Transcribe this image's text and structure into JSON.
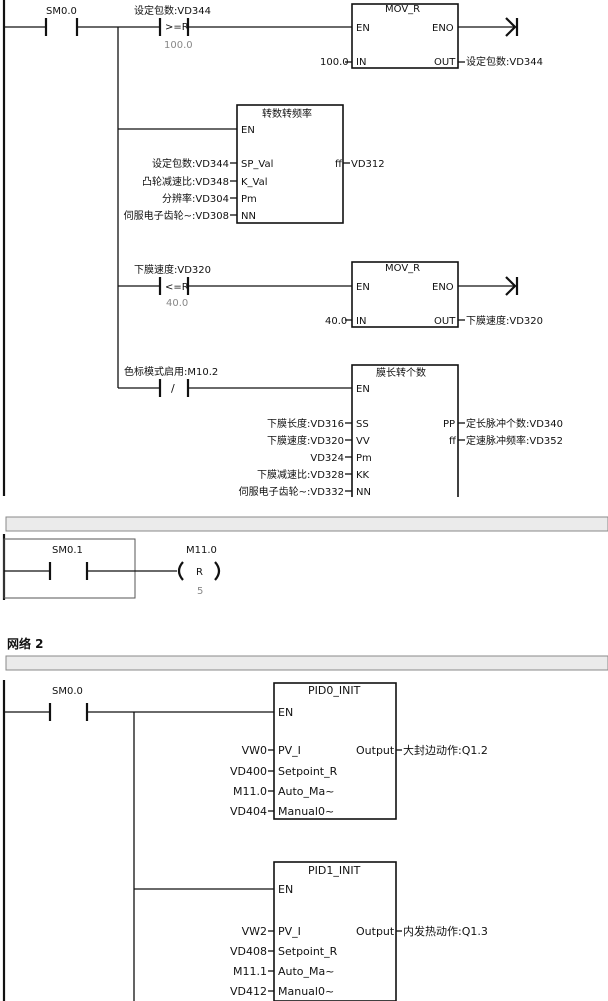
{
  "top": {
    "rung1": {
      "contact_sm": "SM0.0",
      "cmp1_label": "设定包数:VD344",
      "cmp1_op": ">=R",
      "cmp1_val": "100.0",
      "mov1": {
        "title": "MOV_R",
        "en": "EN",
        "eno": "ENO",
        "in_val": "100.0",
        "in_pin": "IN",
        "out_pin": "OUT",
        "out_label": "设定包数:VD344"
      },
      "freq": {
        "title": "转数转频率",
        "en": "EN",
        "pins": [
          {
            "label": "设定包数:VD344",
            "pin": "SP_Val"
          },
          {
            "label": "凸轮减速比:VD348",
            "pin": "K_Val"
          },
          {
            "label": "分辨率:VD304",
            "pin": "Pm"
          },
          {
            "label": "伺服电子齿轮~:VD308",
            "pin": "NN"
          }
        ],
        "out_pin": "ff",
        "out_label": "VD312"
      },
      "cmp2_label": "下膜速度:VD320",
      "cmp2_op": "<=R",
      "cmp2_val": "40.0",
      "mov2": {
        "title": "MOV_R",
        "en": "EN",
        "eno": "ENO",
        "in_val": "40.0",
        "in_pin": "IN",
        "out_pin": "OUT",
        "out_label": "下膜速度:VD320"
      },
      "contact3_label": "色标模式启用:M10.2",
      "contact3_sym": "/",
      "film": {
        "title": "膜长转个数",
        "en": "EN",
        "pins": [
          {
            "label": "下膜长度:VD316",
            "pin": "SS"
          },
          {
            "label": "下膜速度:VD320",
            "pin": "VV"
          },
          {
            "label": "VD324",
            "pin": "Pm"
          },
          {
            "label": "下膜减速比:VD328",
            "pin": "KK"
          },
          {
            "label": "伺服电子齿轮~:VD332",
            "pin": "NN"
          }
        ],
        "outs": [
          {
            "pin": "PP",
            "label": "定长脉冲个数:VD340"
          },
          {
            "pin": "ff",
            "label": "定速脉冲频率:VD352"
          }
        ]
      }
    }
  },
  "network1": {
    "contact": "SM0.1",
    "coil_addr": "M11.0",
    "coil_type": "R",
    "coil_count": "5"
  },
  "network2": {
    "title": "网络 2",
    "contact": "SM0.0",
    "pid0": {
      "title": "PID0_INIT",
      "en": "EN",
      "pins": [
        {
          "label": "VW0",
          "pin": "PV_I"
        },
        {
          "label": "VD400",
          "pin": "Setpoint_R"
        },
        {
          "label": "M11.0",
          "pin": "Auto_Ma~"
        },
        {
          "label": "VD404",
          "pin": "Manual0~"
        }
      ],
      "out_pin": "Output",
      "out_label": "大封边动作:Q1.2"
    },
    "pid1": {
      "title": "PID1_INIT",
      "en": "EN",
      "pins": [
        {
          "label": "VW2",
          "pin": "PV_I"
        },
        {
          "label": "VD408",
          "pin": "Setpoint_R"
        },
        {
          "label": "M11.1",
          "pin": "Auto_Ma~"
        },
        {
          "label": "VD412",
          "pin": "Manual0~"
        }
      ],
      "out_pin": "Output",
      "out_label": "内发热动作:Q1.3"
    }
  }
}
